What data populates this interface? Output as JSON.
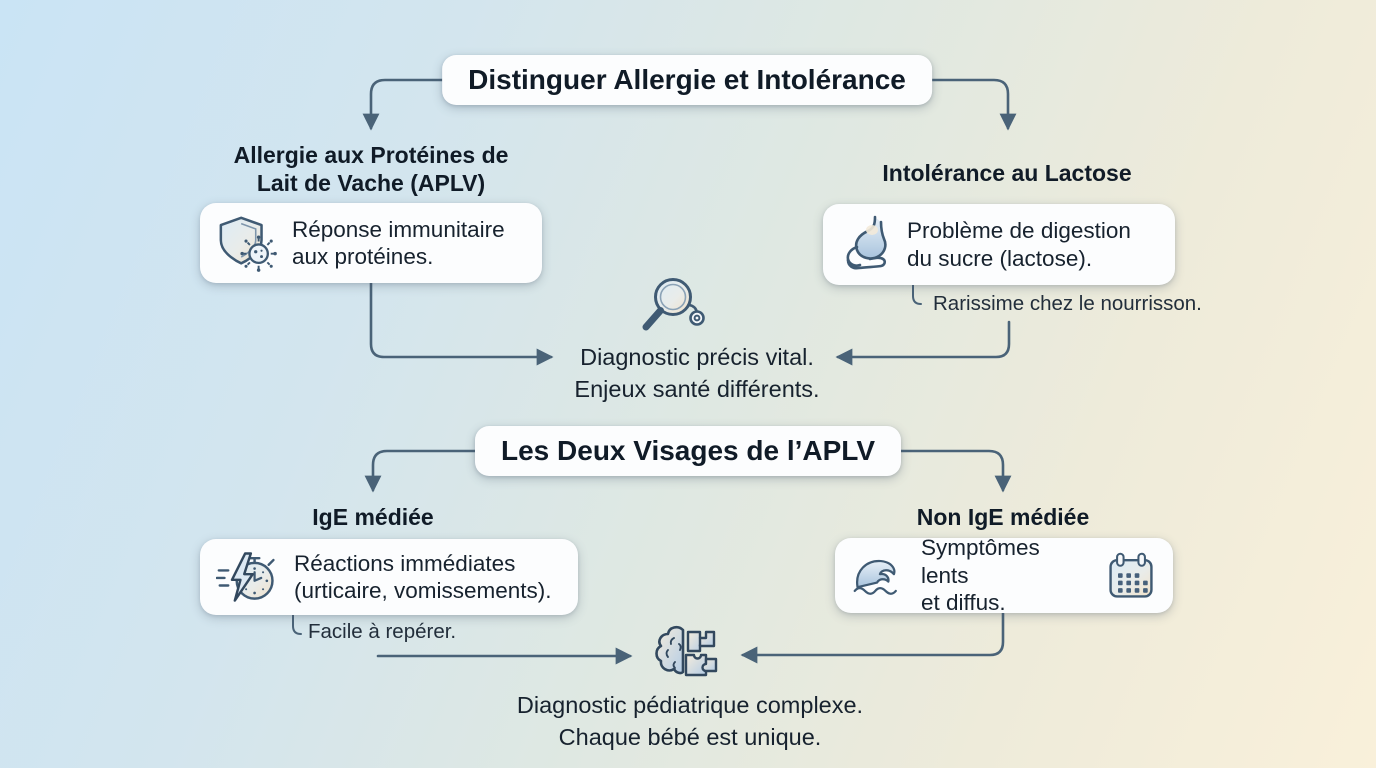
{
  "colors": {
    "background_start": "#cae4f5",
    "background_end": "#f9f0da",
    "arrow": "#4a6378",
    "text": "#141f2b",
    "card_background": "#fcfdfe"
  },
  "section1": {
    "title": "Distinguer Allergie et Intolérance",
    "left_branch": {
      "heading_lines": [
        "Allergie aux Protéines de",
        "Lait de Vache (APLV)"
      ],
      "card": {
        "icon": "shield-virus-icon",
        "lines": [
          "Réponse immunitaire",
          "aux protéines."
        ]
      }
    },
    "right_branch": {
      "heading_lines": [
        "Intolérance au Lactose"
      ],
      "card": {
        "icon": "stomach-icon",
        "lines": [
          "Problème de digestion",
          "du sucre (lactose)."
        ]
      },
      "note": "Rarissime chez le nourrisson."
    },
    "convergence": {
      "icon": "magnifier-icon",
      "lines": [
        "Diagnostic précis vital.",
        "Enjeux santé différents."
      ]
    }
  },
  "section2": {
    "title": "Les Deux Visages de l’APLV",
    "left_branch": {
      "heading_lines": [
        "IgE médiée"
      ],
      "card": {
        "icon": "lightning-stopwatch-icon",
        "lines": [
          "Réactions immédiates",
          "(urticaire, vomissements)."
        ]
      },
      "note": "Facile à repérer."
    },
    "right_branch": {
      "heading_lines": [
        "Non IgE médiée"
      ],
      "card": {
        "icons": [
          "wave-icon",
          "calendar-icon"
        ],
        "lines": [
          "Symptômes lents",
          "et diffus."
        ]
      }
    },
    "convergence": {
      "icon": "brain-puzzle-icon",
      "lines": [
        "Diagnostic pédiatrique complexe.",
        "Chaque bébé est unique."
      ]
    }
  }
}
